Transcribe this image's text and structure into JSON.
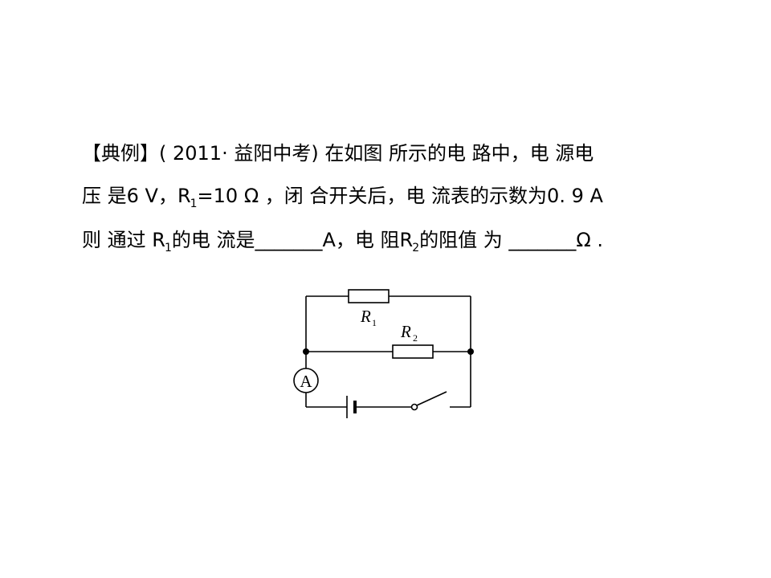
{
  "problem": {
    "line1": "【典例】( 2011·  益阳中考) 在如图 所示的电 路中，电 源电",
    "line2_a": "压 是6  V，R",
    "line2_sub": "1",
    "line2_b": "=10  Ω ，闭 合开关后，电 流表的示数为0. 9  A",
    "line3_a": "则 通过 R",
    "line3_sub1": "1",
    "line3_b": "的电 流是_______A，电 阻R",
    "line3_sub2": "2",
    "line3_c": "的阻值 为 _______Ω ."
  },
  "circuit": {
    "r1_letter": "R",
    "r1_sub": "1",
    "r2_letter": "R",
    "r2_sub": "2",
    "ammeter_letter": "A",
    "components": [
      "resistor-R1",
      "resistor-R2",
      "ammeter",
      "battery",
      "switch"
    ]
  }
}
